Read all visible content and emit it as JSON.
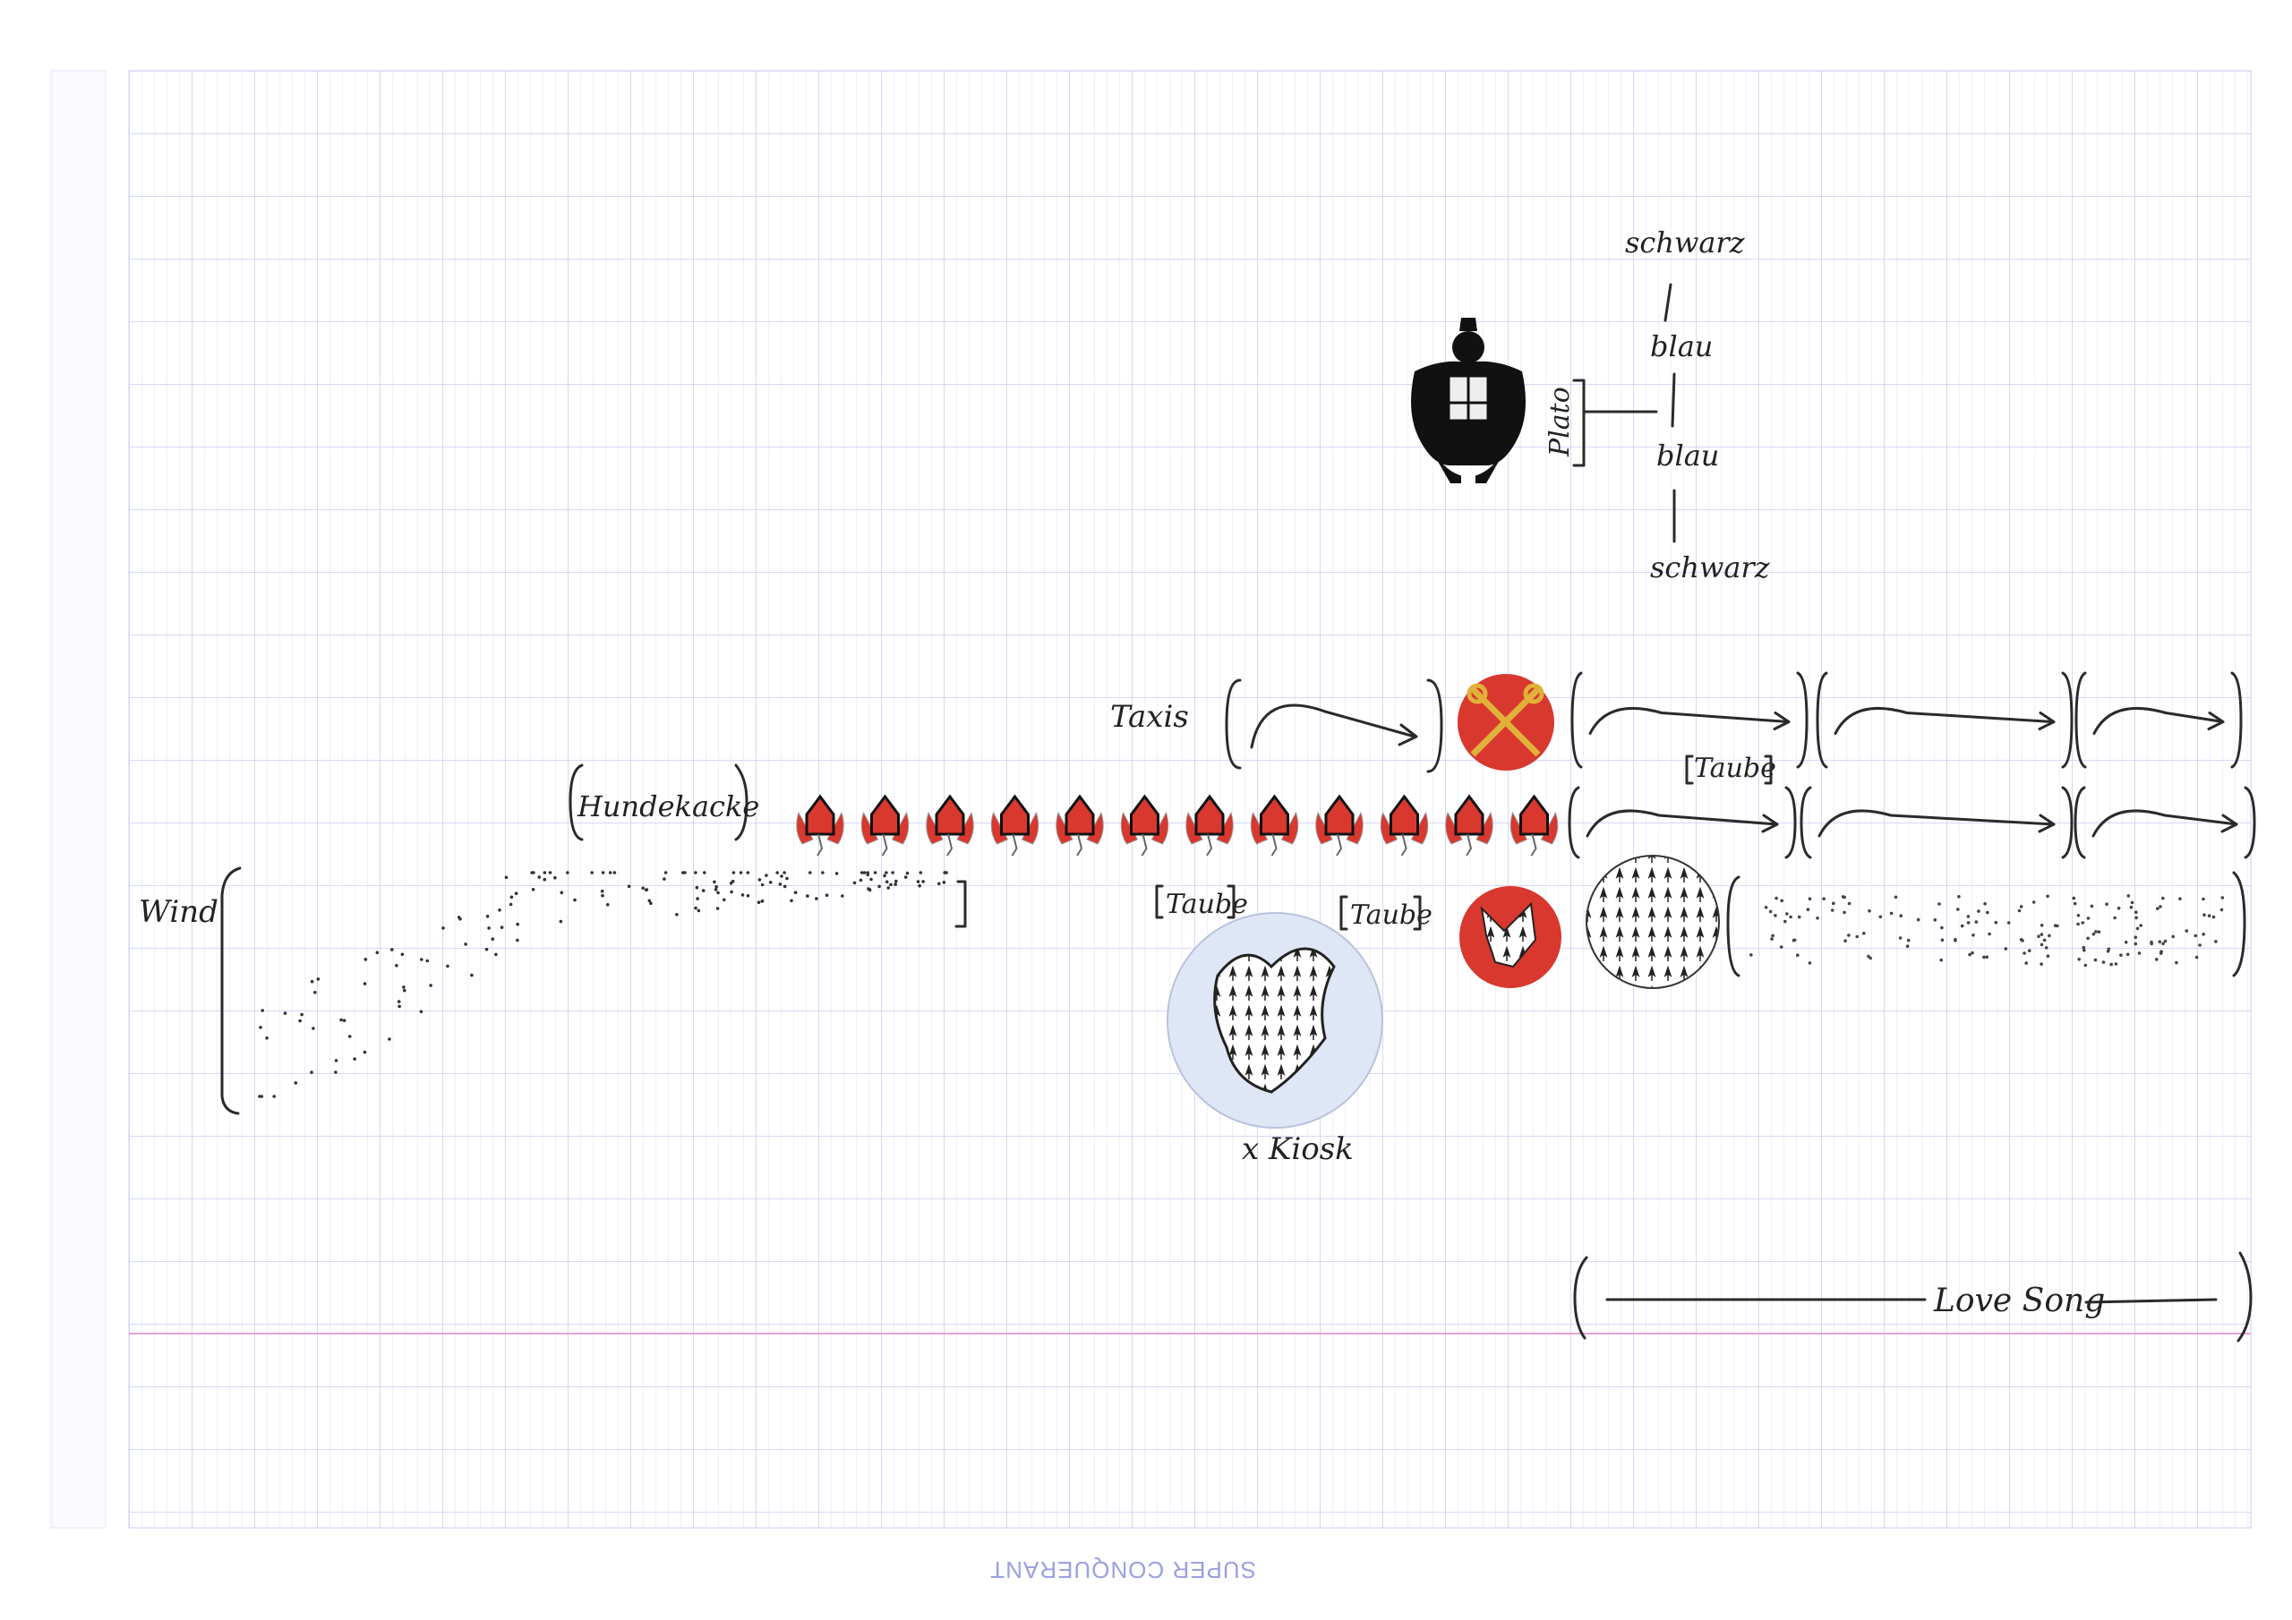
{
  "labels": {
    "schwarz_top": "schwarz",
    "blau_1": "blau",
    "blau_2": "blau",
    "schwarz_bottom": "schwarz",
    "plato": "Plato",
    "taxis": "Taxis",
    "taube_top": "Taube",
    "hundekacke": "Hundekacke",
    "wind": "Wind",
    "taube_left": "Taube",
    "taube_right": "Taube",
    "kiosk": "x Kiosk",
    "love_song": "Love Song"
  },
  "paper_brand": "SUPER CONQUERANT",
  "shield_count": 12,
  "colors": {
    "grid": "#c9cdf0",
    "margin_line": "#e6a3d6",
    "red": "#d8382e",
    "gold": "#e0b13a",
    "kiosk_blue": "#dfe6f5",
    "ink": "#2a2a2a",
    "brand": "#9aa0e0"
  }
}
